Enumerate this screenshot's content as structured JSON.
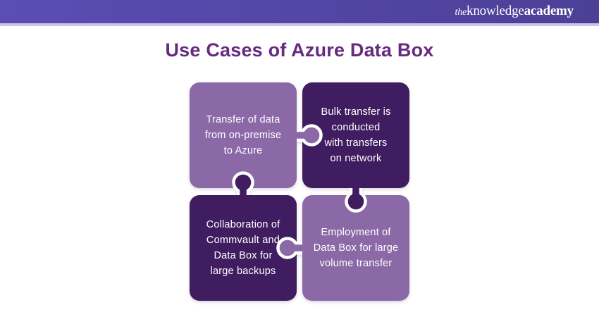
{
  "header": {
    "bar_color_left": "#5B4DB3",
    "bar_color_right": "#4C3F96",
    "accent_line_color": "#C9C3E8",
    "logo": {
      "prefix": "the",
      "word1": "knowledge",
      "word2": "academy"
    }
  },
  "title": {
    "text": "Use Cases of Azure Data Box",
    "color": "#662A7F"
  },
  "puzzle": {
    "colors": {
      "light": "#8B69A7",
      "dark": "#401D60",
      "seam": "#FFFFFF",
      "text": "#FFFFFF"
    },
    "pieces": [
      {
        "position": "top-left",
        "shade": "light",
        "tab_direction": "right",
        "text": "Transfer of data\nfrom on-premise\nto Azure"
      },
      {
        "position": "top-right",
        "shade": "dark",
        "tab_direction": "down",
        "text": "Bulk transfer is\nconducted\nwith transfers\non network"
      },
      {
        "position": "bottom-left",
        "shade": "dark",
        "tab_direction": "up",
        "text": "Collaboration of\nCommvault and\nData Box for\nlarge backups"
      },
      {
        "position": "bottom-right",
        "shade": "light",
        "tab_direction": "left",
        "text": "Employment of\nData Box for large\nvolume transfer"
      }
    ]
  }
}
